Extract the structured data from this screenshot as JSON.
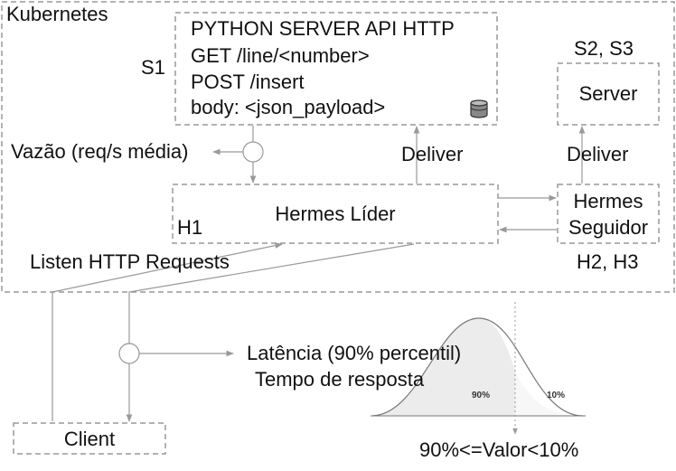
{
  "cluster": {
    "label": "Kubernetes"
  },
  "api_box": {
    "id_label": "S1",
    "lines": [
      "PYTHON SERVER API HTTP",
      "GET /line/<number>",
      "POST /insert",
      "body: <json_payload>"
    ]
  },
  "server_box": {
    "id_label": "S2, S3",
    "label": "Server"
  },
  "leader_box": {
    "id_label": "H1",
    "label": "Hermes Líder"
  },
  "follower_box": {
    "id_label": "H2, H3",
    "label_lines": [
      "Hermes",
      "Seguidor"
    ]
  },
  "client_box": {
    "label": "Client"
  },
  "edges": {
    "deliver_leader": "Deliver",
    "deliver_follower": "Deliver",
    "throughput": "Vazão (req/s média)",
    "listen": "Listen HTTP Requests",
    "latency": "Latência (90% percentil)",
    "response_time": "Tempo de resposta"
  },
  "distribution": {
    "area_90": "90%",
    "area_10": "10%",
    "caption": "90%<=Valor<10%"
  },
  "colors": {
    "border": "#999999",
    "line": "#999999",
    "fill_90": "#ececec",
    "fill_10": "#f7f7f7"
  },
  "icons": {
    "database": "database-icon"
  }
}
